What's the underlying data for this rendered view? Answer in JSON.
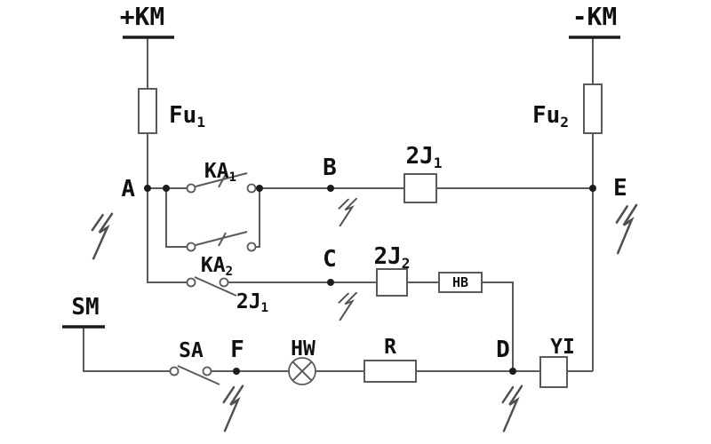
{
  "rails": {
    "positive": "+KM",
    "negative": "-KM"
  },
  "fuses": {
    "fu1": {
      "base": "Fu",
      "sub": "1"
    },
    "fu2": {
      "base": "Fu",
      "sub": "2"
    }
  },
  "contacts": {
    "ka1": {
      "base": "KA",
      "sub": "1"
    },
    "ka2": {
      "base": "KA",
      "sub": "2"
    },
    "j1_contact": {
      "base": "2J",
      "sub": "1"
    },
    "sa": "SA"
  },
  "coils": {
    "j1_coil": {
      "base": "2J",
      "sub": "1"
    },
    "j2_coil": {
      "base": "2J",
      "sub": "2"
    },
    "hb": "HB",
    "yi": "YI"
  },
  "nodes": {
    "a": "A",
    "b": "B",
    "c": "C",
    "d": "D",
    "e": "E",
    "f": "F"
  },
  "components": {
    "sm": "SM",
    "hw": "HW",
    "r": "R"
  }
}
